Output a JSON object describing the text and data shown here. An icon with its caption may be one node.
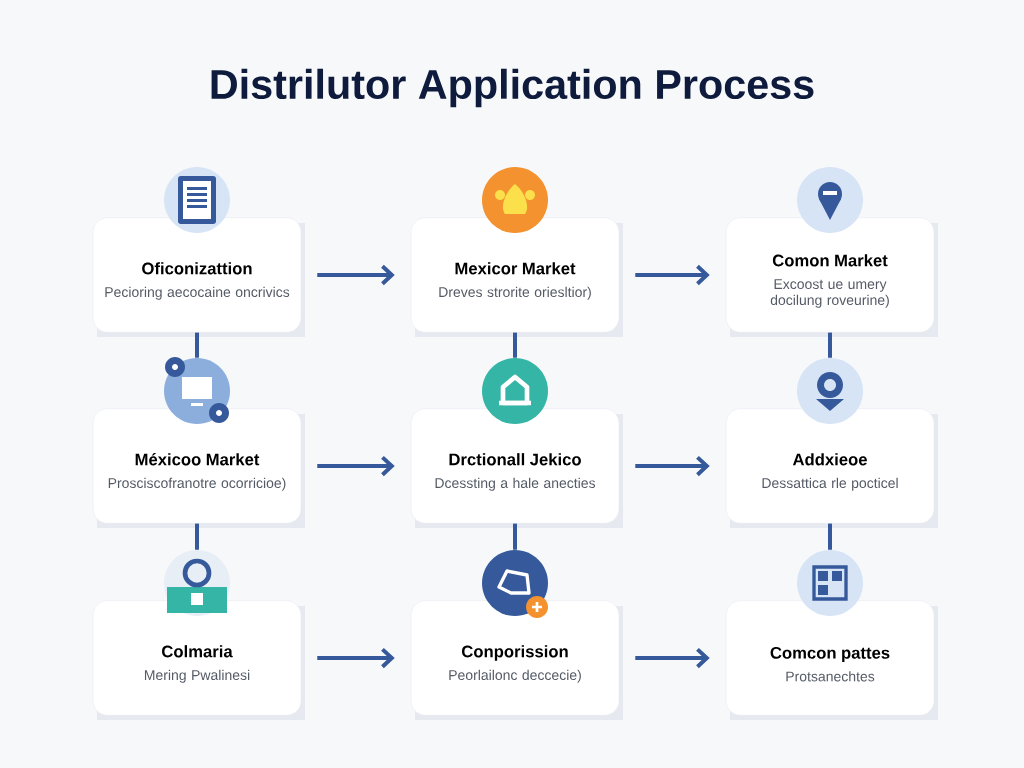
{
  "diagram": {
    "title": "Distrilutor Application Process",
    "nodes": [
      {
        "text": [
          "Oficonizattion",
          "Pecioring aecocaine oncrivics"
        ]
      },
      {
        "text": [
          "Mexicor Market",
          "Dreves strorite oriesltior)"
        ]
      },
      {
        "text": [
          "Comon Market",
          "Excoost ue umery docilung roveurine)"
        ]
      },
      {
        "text": [
          "Méxicoo Market",
          "Prosciscofranotre ocorricioe)"
        ]
      },
      {
        "text": [
          "Drctionall Jekico",
          "Dcessting a hale anecties"
        ]
      },
      {
        "text": [
          "Addxieoe",
          "Dessattica rle pocticel"
        ]
      },
      {
        "text": [
          "Colmaria",
          "Mering Pwalinesi"
        ]
      },
      {
        "text": [
          "Conporission",
          "Peorlailonc deccecie)"
        ]
      },
      {
        "text": [
          "Comcon pattes",
          "Protsanechtes"
        ]
      }
    ],
    "edges": [
      {
        "from": 0,
        "to": 1,
        "arrow": "to"
      },
      {
        "from": 1,
        "to": 2,
        "arrow": "to"
      },
      {
        "from": 3,
        "to": 4,
        "arrow": "to"
      },
      {
        "from": 4,
        "to": 5,
        "arrow": "to"
      },
      {
        "from": 6,
        "to": 7,
        "arrow": "to"
      },
      {
        "from": 7,
        "to": 8,
        "arrow": "to"
      },
      {
        "from": 0,
        "to": 3,
        "arrow": "none"
      },
      {
        "from": 3,
        "to": 6,
        "arrow": "none"
      },
      {
        "from": 1,
        "to": 4,
        "arrow": "none"
      },
      {
        "from": 4,
        "to": 7,
        "arrow": "none"
      },
      {
        "from": 2,
        "to": 5,
        "arrow": "none"
      },
      {
        "from": 5,
        "to": 8,
        "arrow": "none"
      }
    ]
  }
}
